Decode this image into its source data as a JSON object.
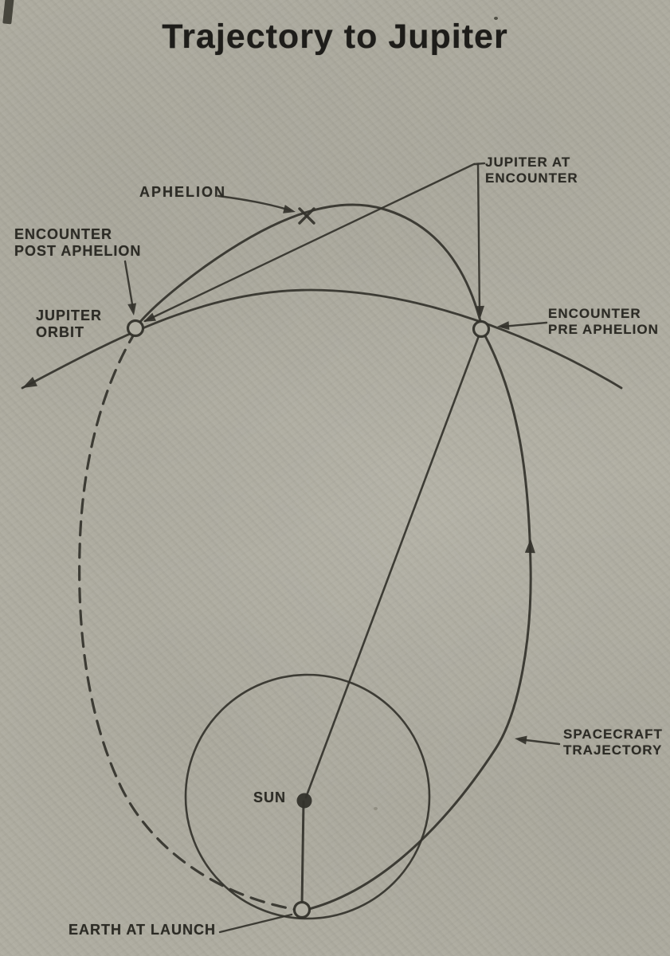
{
  "title": "Trajectory to Jupiter",
  "colors": {
    "background": "#b1afa3",
    "ink": "#33322b",
    "label_ink": "#2d2c26"
  },
  "labels": {
    "aphelion": "APHELION",
    "jupiter_at_encounter": {
      "line1": "JUPITER AT",
      "line2": "ENCOUNTER"
    },
    "encounter_post_aphelion": {
      "line1": "ENCOUNTER",
      "line2": "POST APHELION"
    },
    "jupiter_orbit": {
      "line1": "JUPITER",
      "line2": "ORBIT"
    },
    "encounter_pre_aphelion": {
      "line1": "ENCOUNTER",
      "line2": "PRE APHELION"
    },
    "sun": "SUN",
    "spacecraft_trajectory": {
      "line1": "SPACECRAFT",
      "line2": "TRAJECTORY"
    },
    "earth_at_launch": "EARTH AT LAUNCH"
  }
}
